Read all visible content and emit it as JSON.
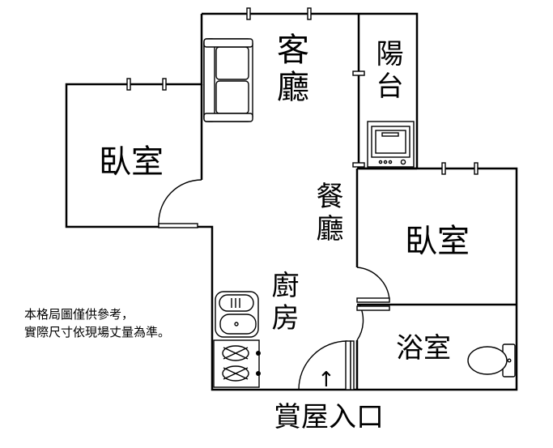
{
  "rooms": {
    "living": "客廳",
    "balcony": "陽台",
    "bedroom_left": "臥室",
    "dining": "餐廳",
    "bedroom_right": "臥室",
    "kitchen": "廚房",
    "bathroom": "浴室"
  },
  "entrance": {
    "label": "賞屋入口",
    "arrow": "↑"
  },
  "note": {
    "line1": "本格局圖僅供參考，",
    "line2": "實際尺寸依現場丈量為準。"
  }
}
